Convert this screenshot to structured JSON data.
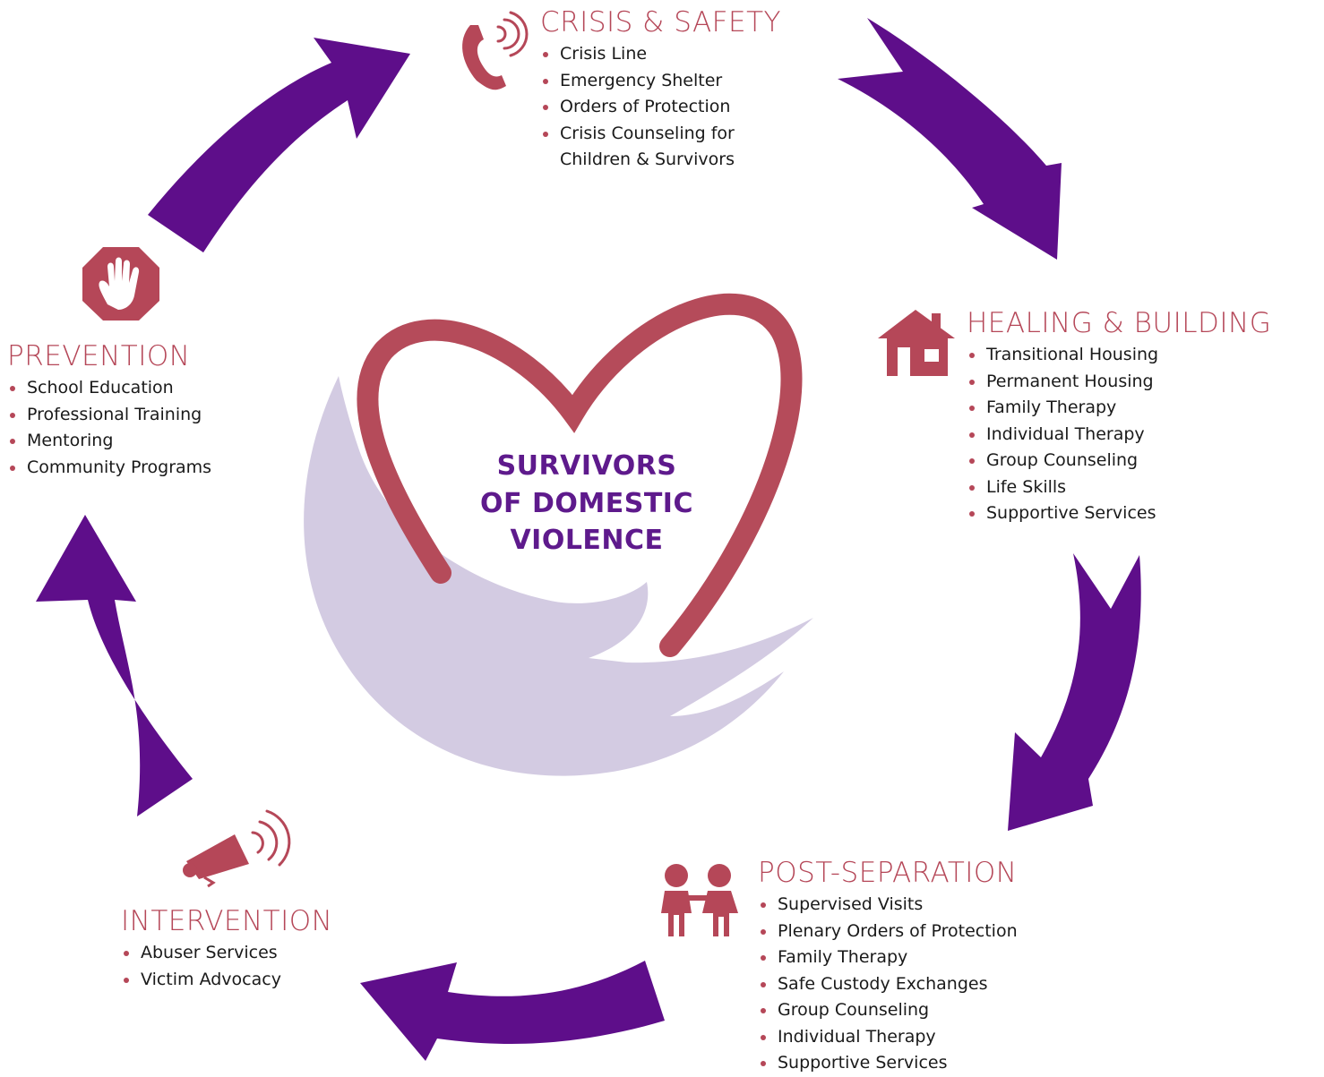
{
  "colors": {
    "arrow": "#5e0e8a",
    "heart": "#b54b5a",
    "hand": "#d3cbe2",
    "accent": "#b54758",
    "center_text": "#5e1a8c"
  },
  "center": {
    "lines": [
      "SURVIVORS",
      "OF DOMESTIC",
      "VIOLENCE"
    ]
  },
  "sections": {
    "crisis": {
      "title": "CRISIS & SAFETY",
      "icon": "telephone-icon",
      "items": [
        "Crisis Line",
        "Emergency Shelter",
        "Orders of Protection",
        "Crisis Counseling for",
        "Children & Survivors"
      ]
    },
    "healing": {
      "title": "HEALING & BUILDING",
      "icon": "house-icon",
      "items": [
        "Transitional Housing",
        "Permanent Housing",
        "Family Therapy",
        "Individual Therapy",
        "Group Counseling",
        "Life Skills",
        "Supportive Services"
      ]
    },
    "post_separation": {
      "title": "POST-SEPARATION",
      "icon": "children-icon",
      "items": [
        "Supervised Visits",
        "Plenary Orders of Protection",
        "Family Therapy",
        "Safe Custody Exchanges",
        "Group Counseling",
        "Individual Therapy",
        "Supportive Services"
      ]
    },
    "intervention": {
      "title": "INTERVENTION",
      "icon": "megaphone-icon",
      "items": [
        "Abuser Services",
        "Victim Advocacy"
      ]
    },
    "prevention": {
      "title": "PREVENTION",
      "icon": "stop-hand-icon",
      "items": [
        "School Education",
        "Professional Training",
        "Mentoring",
        "Community Programs"
      ]
    }
  }
}
